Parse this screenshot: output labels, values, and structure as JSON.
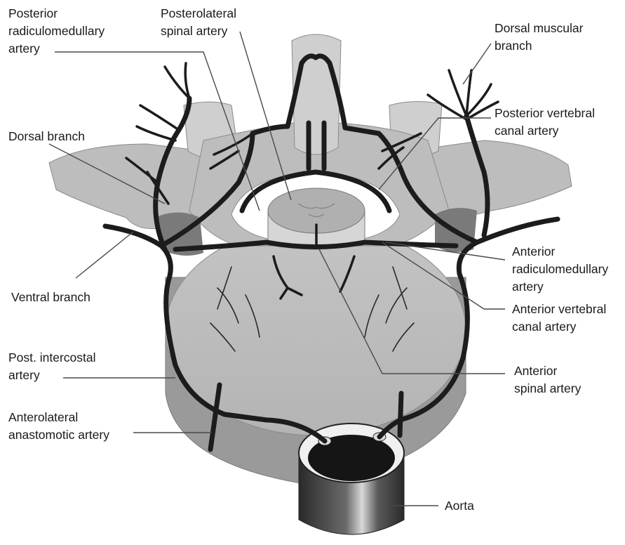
{
  "labels": {
    "posterior_radiculomedullary": [
      "Posterior",
      "radiculomedullary",
      "artery"
    ],
    "posterolateral_spinal": [
      "Posterolateral",
      "spinal artery"
    ],
    "dorsal_muscular": [
      "Dorsal muscular",
      "branch"
    ],
    "dorsal_branch": [
      "Dorsal branch"
    ],
    "posterior_vertebral_canal": [
      "Posterior vertebral",
      "canal artery"
    ],
    "ventral_branch": [
      "Ventral branch"
    ],
    "anterior_radiculomedullary": [
      "Anterior",
      "radiculomedullary",
      "artery"
    ],
    "anterior_vertebral_canal": [
      "Anterior vertebral",
      "canal artery"
    ],
    "post_intercostal": [
      "Post. intercostal",
      "artery"
    ],
    "anterior_spinal": [
      "Anterior",
      "spinal artery"
    ],
    "anterolateral_anastomotic": [
      "Anterolateral",
      "anastomotic artery"
    ],
    "aorta": [
      "Aorta"
    ]
  },
  "colors": {
    "bone": "#bdbdbd",
    "vessel": "#1c1c1c",
    "leader": "#4a4a4a"
  }
}
